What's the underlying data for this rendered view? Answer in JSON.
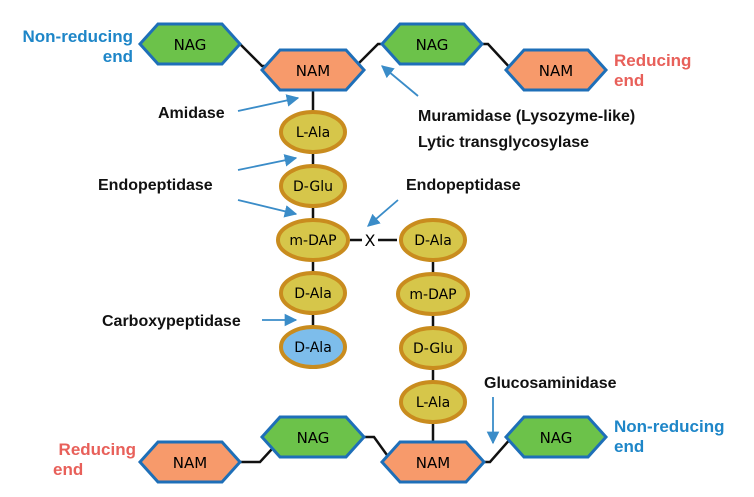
{
  "colors": {
    "nag_fill": "#6CC24A",
    "nam_fill": "#F79A6B",
    "hex_stroke": "#1E6FB8",
    "amino_fill": "#D6C64A",
    "amino_stroke": "#C98C1E",
    "d_ala_terminal_fill": "#7DBDEB",
    "arrow": "#3A8CC8",
    "end_blue": "#1E86C8",
    "end_red": "#E8605A",
    "backbone": "#111111"
  },
  "nodes": {
    "nag": "NAG",
    "nam": "NAM",
    "l_ala": "L-Ala",
    "d_glu": "D-Glu",
    "m_dap": "m-DAP",
    "d_ala": "D-Ala"
  },
  "cross_mark": "X",
  "labels": {
    "non_reducing_top": [
      "Non-reducing",
      "end"
    ],
    "reducing_top": [
      "Reducing",
      "end"
    ],
    "reducing_bottom": [
      "Reducing",
      "end"
    ],
    "non_reducing_bottom": [
      "Non-reducing",
      "end"
    ],
    "amidase": "Amidase",
    "muramidase": "Muramidase (Lysozyme-like)",
    "lytic": "Lytic transglycosylase",
    "endopeptidase_left": "Endopeptidase",
    "endopeptidase_right": "Endopeptidase",
    "carboxypeptidase": "Carboxypeptidase",
    "glucosaminidase": "Glucosaminidase"
  }
}
